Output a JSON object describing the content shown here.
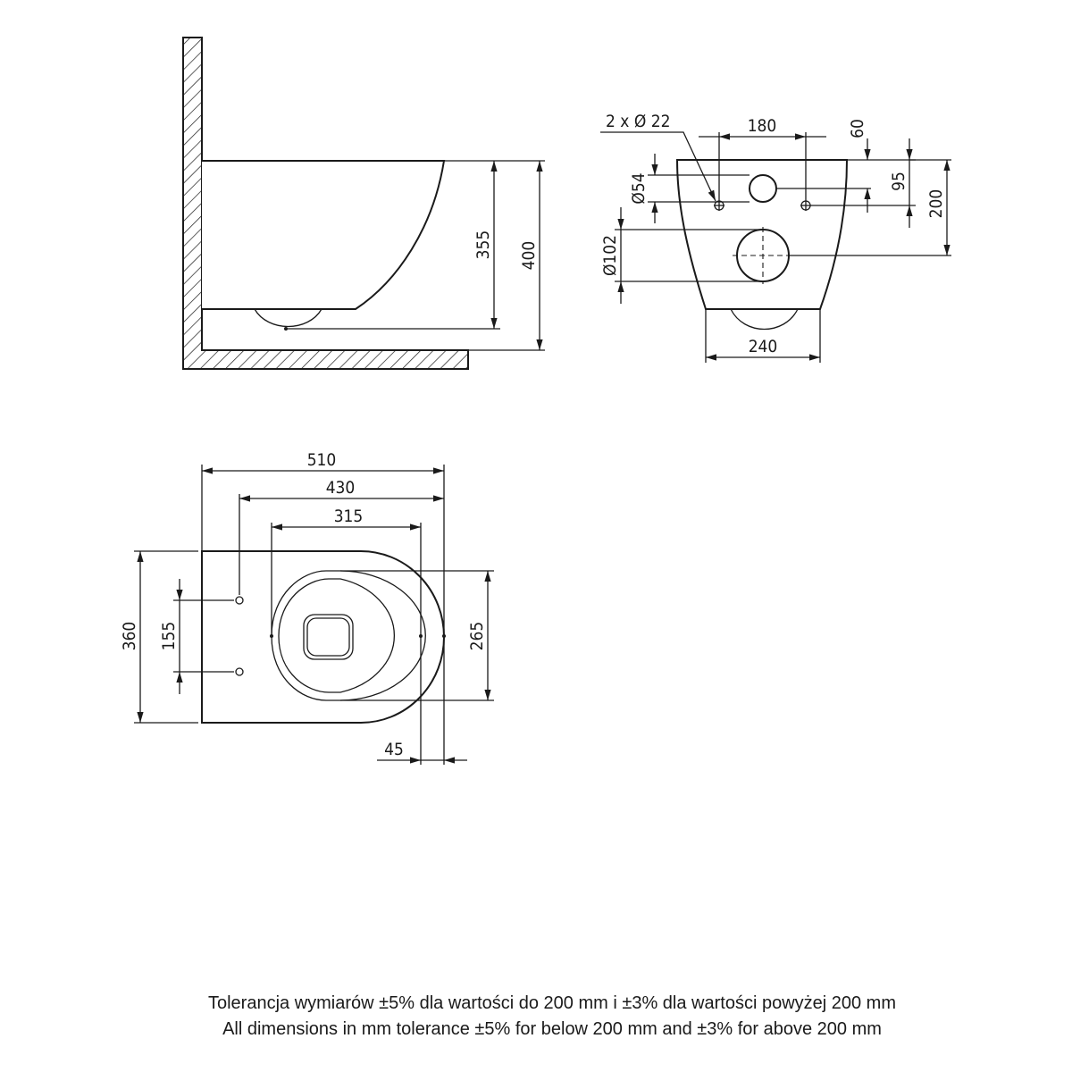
{
  "side_view": {
    "height_label": "355",
    "total_height_label": "400"
  },
  "back_view": {
    "holes_label": "2 x Ø 22",
    "holes_spacing_label": "180",
    "top_offset_label": "60",
    "inlet_dia_label": "Ø54",
    "inlet_height_label": "95",
    "outlet_dia_label": "Ø102",
    "outlet_height_label": "200",
    "base_width_label": "240"
  },
  "top_view": {
    "total_length_label": "510",
    "fix_length_label": "430",
    "seat_length_label": "315",
    "width_label": "360",
    "fix_spacing_label": "155",
    "bowl_width_label": "265",
    "offset_label": "45"
  },
  "notes": {
    "polish": "Tolerancja wymiarów ±5% dla wartości do 200 mm i ±3% dla wartości powyżej 200 mm",
    "english": "All dimensions in mm tolerance ±5% for below 200 mm and ±3% for above 200 mm"
  }
}
